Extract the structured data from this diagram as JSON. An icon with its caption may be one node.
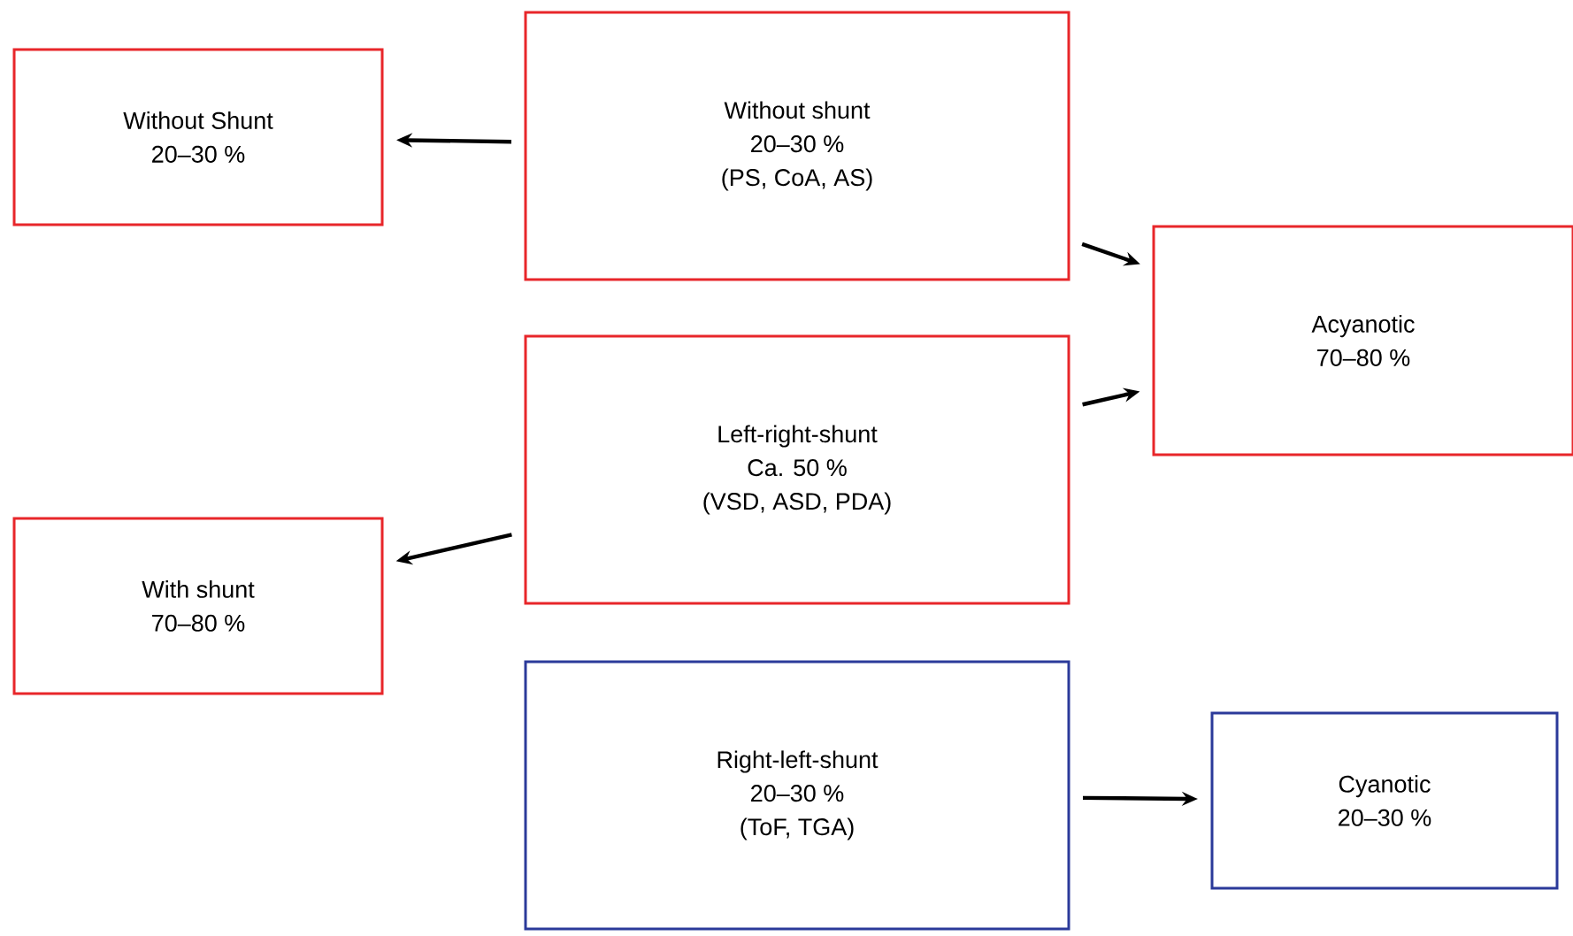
{
  "diagram": {
    "nodes": [
      {
        "text": [
          "Without Shunt",
          "20–30 %"
        ]
      },
      {
        "text": [
          "Without shunt",
          "20–30 %",
          "(PS, CoA, AS)"
        ]
      },
      {
        "text": [
          "Acyanotic",
          "70–80 %"
        ]
      },
      {
        "text": [
          "Left-right-shunt",
          "Ca. 50 %",
          "(VSD, ASD, PDA)"
        ]
      },
      {
        "text": [
          "With shunt",
          "70–80 %"
        ]
      },
      {
        "text": [
          "Right-left-shunt",
          "20–30 %",
          "(ToF, TGA)"
        ]
      },
      {
        "text": [
          "Cyanotic",
          "20–30 %"
        ]
      }
    ],
    "edges": [
      {
        "from": 1,
        "to": 0,
        "arrow": "to"
      },
      {
        "from": 1,
        "to": 2,
        "arrow": "to"
      },
      {
        "from": 3,
        "to": 4,
        "arrow": "to"
      },
      {
        "from": 3,
        "to": 2,
        "arrow": "to"
      },
      {
        "from": 5,
        "to": 6,
        "arrow": "to"
      }
    ]
  }
}
